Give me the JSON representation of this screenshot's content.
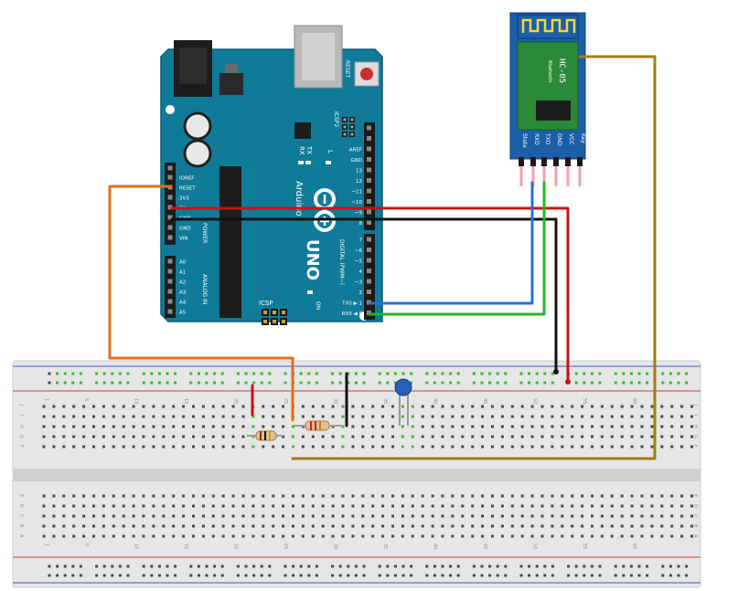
{
  "arduino": {
    "reset_label": "RESET",
    "icsp2_label": "ICSP2",
    "icsp_label": "ICSP",
    "tx_label": "TX",
    "rx_label": "RX",
    "l_label": "L",
    "brand_label": "Arduino",
    "model_label": "UNO",
    "on_label": "ON",
    "digital_label": "DIGITAL (PWM~)",
    "power_label": "POWER",
    "analog_label": "ANALOG IN",
    "right_pins": [
      "AREF",
      "GND",
      "13",
      "12",
      "~11",
      "~10",
      "~9",
      "8",
      "7",
      "~6",
      "~5",
      "4",
      "~3",
      "2",
      "TX0 ▶ 1",
      "RX0 ◀ 0"
    ],
    "power_pins": [
      "IOREF",
      "RESET",
      "3V3",
      "5V",
      "GND",
      "GND",
      "VIN"
    ],
    "analog_pins": [
      "A0",
      "A1",
      "A2",
      "A3",
      "A4",
      "A5"
    ]
  },
  "bluetooth": {
    "model_label": "HC-05",
    "sub_label": "Bluetooth",
    "pins": [
      "State",
      "RXD",
      "TXD",
      "GND",
      "VCC",
      "Key"
    ]
  },
  "breadboard": {
    "column_numbers": [
      "1",
      "5",
      "10",
      "15",
      "20",
      "25",
      "30",
      "35",
      "40",
      "45",
      "50",
      "55",
      "60"
    ],
    "row_letters_top": [
      "J",
      "I",
      "H",
      "G",
      "F"
    ],
    "row_letters_bottom": [
      "E",
      "D",
      "C",
      "B",
      "A"
    ]
  },
  "colors": {
    "board": "#0f7b98",
    "wire_red": "#cc1111",
    "wire_black": "#111111",
    "wire_blue": "#2a6fd6",
    "wire_green": "#22b822",
    "wire_orange": "#e0701a",
    "wire_brown": "#a07d1a",
    "module_blue": "#1a5fa8"
  }
}
